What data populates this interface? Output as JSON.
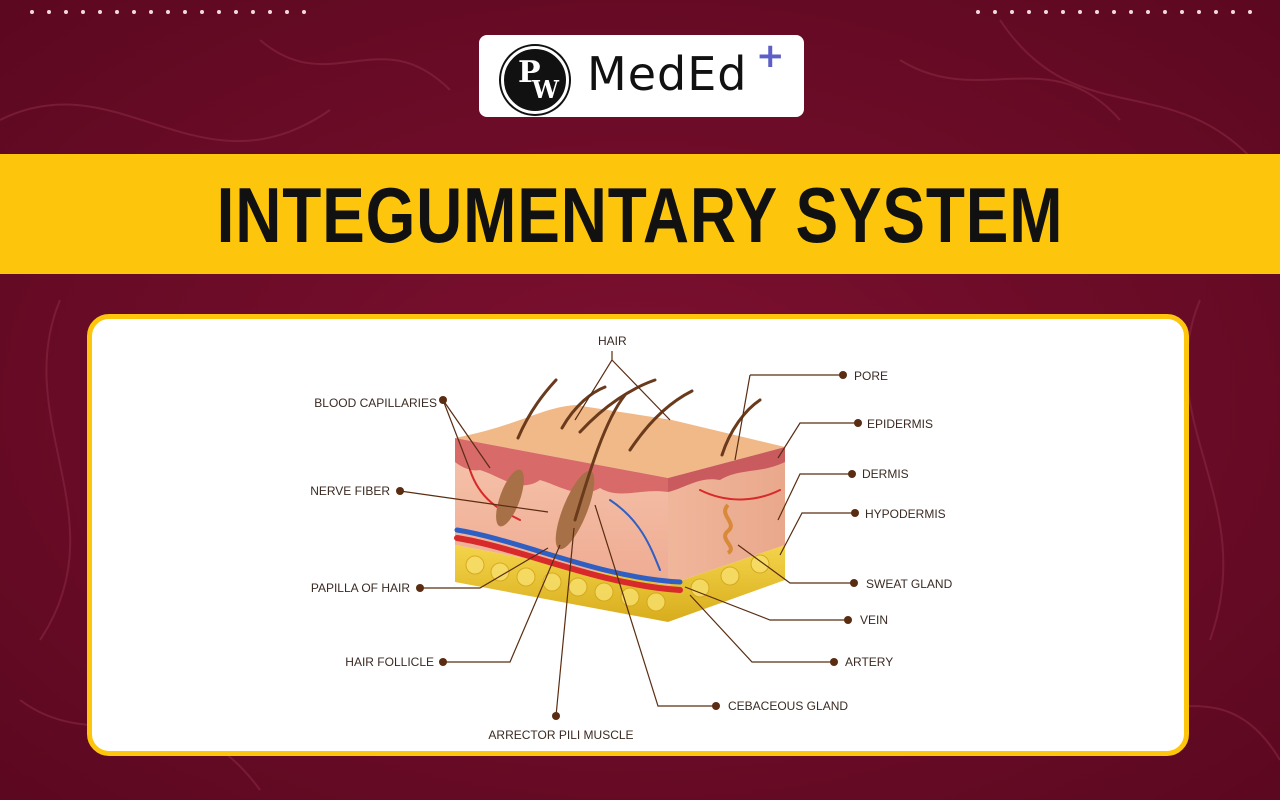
{
  "brand": {
    "logo_initials_top": "P",
    "logo_initials_bottom": "W",
    "name": "MedEd",
    "plus": "+"
  },
  "title": "INTEGUMENTARY SYSTEM",
  "colors": {
    "background": "#6e0a26",
    "banner": "#fdc60d",
    "card_border": "#fdc60d",
    "leader_line": "#5a2d12",
    "plus_accent": "#5b5fc7"
  },
  "labels": {
    "hair": "HAIR",
    "pore": "PORE",
    "blood_capillaries": "BLOOD CAPILLARIES",
    "epidermis": "EPIDERMIS",
    "dermis": "DERMIS",
    "nerve_fiber": "NERVE FIBER",
    "hypodermis": "HYPODERMIS",
    "sweat_gland": "SWEAT GLAND",
    "papilla_of_hair": "PAPILLA OF HAIR",
    "vein": "VEIN",
    "hair_follicle": "HAIR FOLLICLE",
    "artery": "ARTERY",
    "cebaceous_gland": "CEBACEOUS GLAND",
    "arrector_pili_muscle": "ARRECTOR PILI MUSCLE"
  }
}
